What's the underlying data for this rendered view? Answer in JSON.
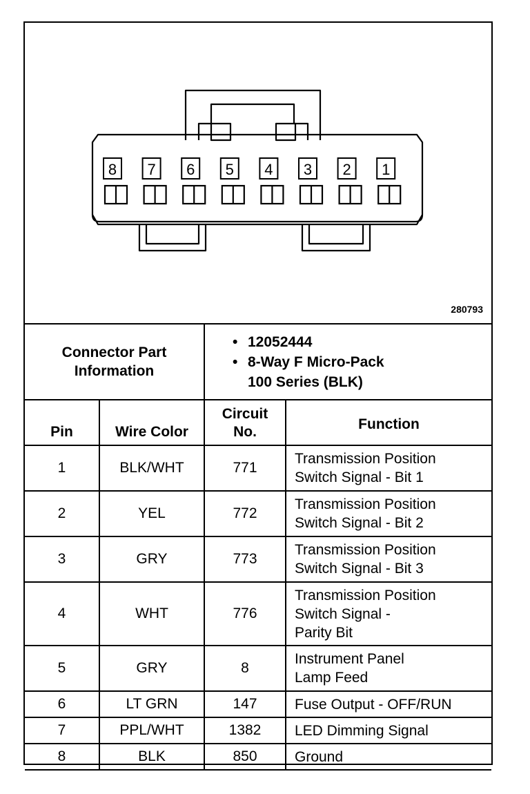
{
  "figure_id": "280793",
  "connector": {
    "pin_labels": [
      "8",
      "7",
      "6",
      "5",
      "4",
      "3",
      "2",
      "1"
    ]
  },
  "info": {
    "label_line1": "Connector Part",
    "label_line2": "Information",
    "part_number": "12052444",
    "desc_line1": "8-Way F Micro-Pack",
    "desc_line2": "100 Series (BLK)",
    "bullet": "•"
  },
  "headers": {
    "pin": "Pin",
    "wire_color": "Wire Color",
    "circuit_line1": "Circuit",
    "circuit_line2": "No.",
    "function": "Function"
  },
  "rows": [
    {
      "pin": "1",
      "color": "BLK/WHT",
      "circuit": "771",
      "function": [
        "Transmission Position",
        "Switch Signal - Bit 1"
      ]
    },
    {
      "pin": "2",
      "color": "YEL",
      "circuit": "772",
      "function": [
        "Transmission Position",
        "Switch Signal - Bit 2"
      ]
    },
    {
      "pin": "3",
      "color": "GRY",
      "circuit": "773",
      "function": [
        "Transmission Position",
        "Switch Signal - Bit 3"
      ]
    },
    {
      "pin": "4",
      "color": "WHT",
      "circuit": "776",
      "function": [
        "Transmission Position",
        "Switch Signal -",
        "Parity Bit"
      ]
    },
    {
      "pin": "5",
      "color": "GRY",
      "circuit": "8",
      "function": [
        "Instrument Panel",
        "Lamp Feed"
      ]
    },
    {
      "pin": "6",
      "color": "LT GRN",
      "circuit": "147",
      "function": [
        "Fuse Output - OFF/RUN"
      ]
    },
    {
      "pin": "7",
      "color": "PPL/WHT",
      "circuit": "1382",
      "function": [
        "LED Dimming Signal"
      ]
    },
    {
      "pin": "8",
      "color": "BLK",
      "circuit": "850",
      "function": [
        "Ground"
      ]
    }
  ]
}
